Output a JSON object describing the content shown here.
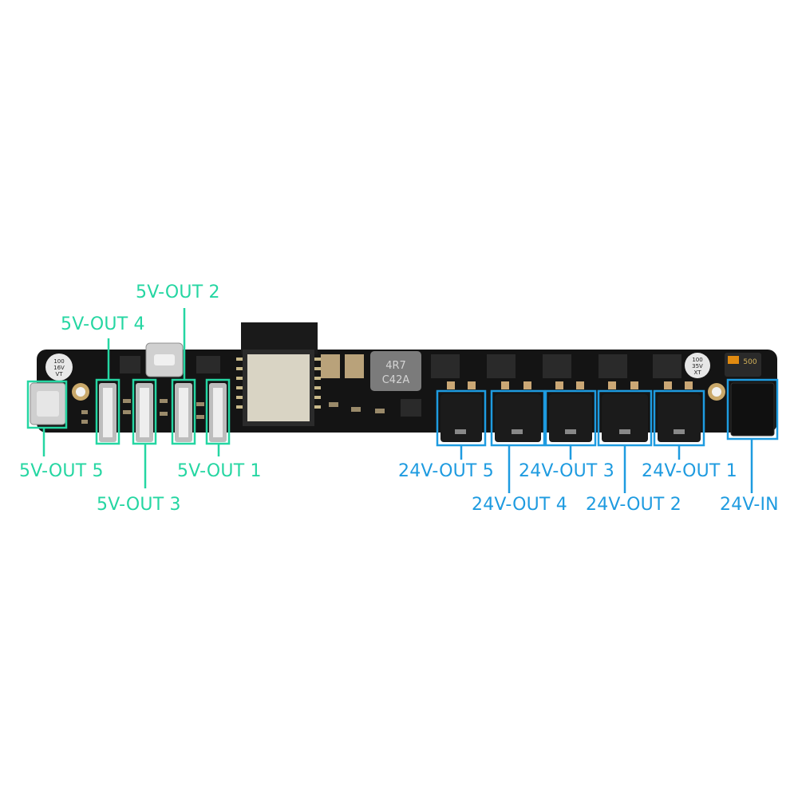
{
  "colors": {
    "green_label": "#25d6a2",
    "blue_label": "#1e9be0",
    "board": "#141414"
  },
  "labels": {
    "out5v_1": "5V-OUT 1",
    "out5v_2": "5V-OUT 2",
    "out5v_3": "5V-OUT 3",
    "out5v_4": "5V-OUT 4",
    "out5v_5": "5V-OUT 5",
    "out24v_1": "24V-OUT 1",
    "out24v_2": "24V-OUT 2",
    "out24v_3": "24V-OUT 3",
    "out24v_4": "24V-OUT 4",
    "out24v_5": "24V-OUT 5",
    "in24v": "24V-IN"
  },
  "silkscreen": {
    "cap_left": [
      "100",
      "16V",
      "VT"
    ],
    "inductor": [
      "4R7",
      "C42A"
    ],
    "cap_right": [
      "100",
      "35V",
      "XT"
    ],
    "fuse": "500"
  }
}
